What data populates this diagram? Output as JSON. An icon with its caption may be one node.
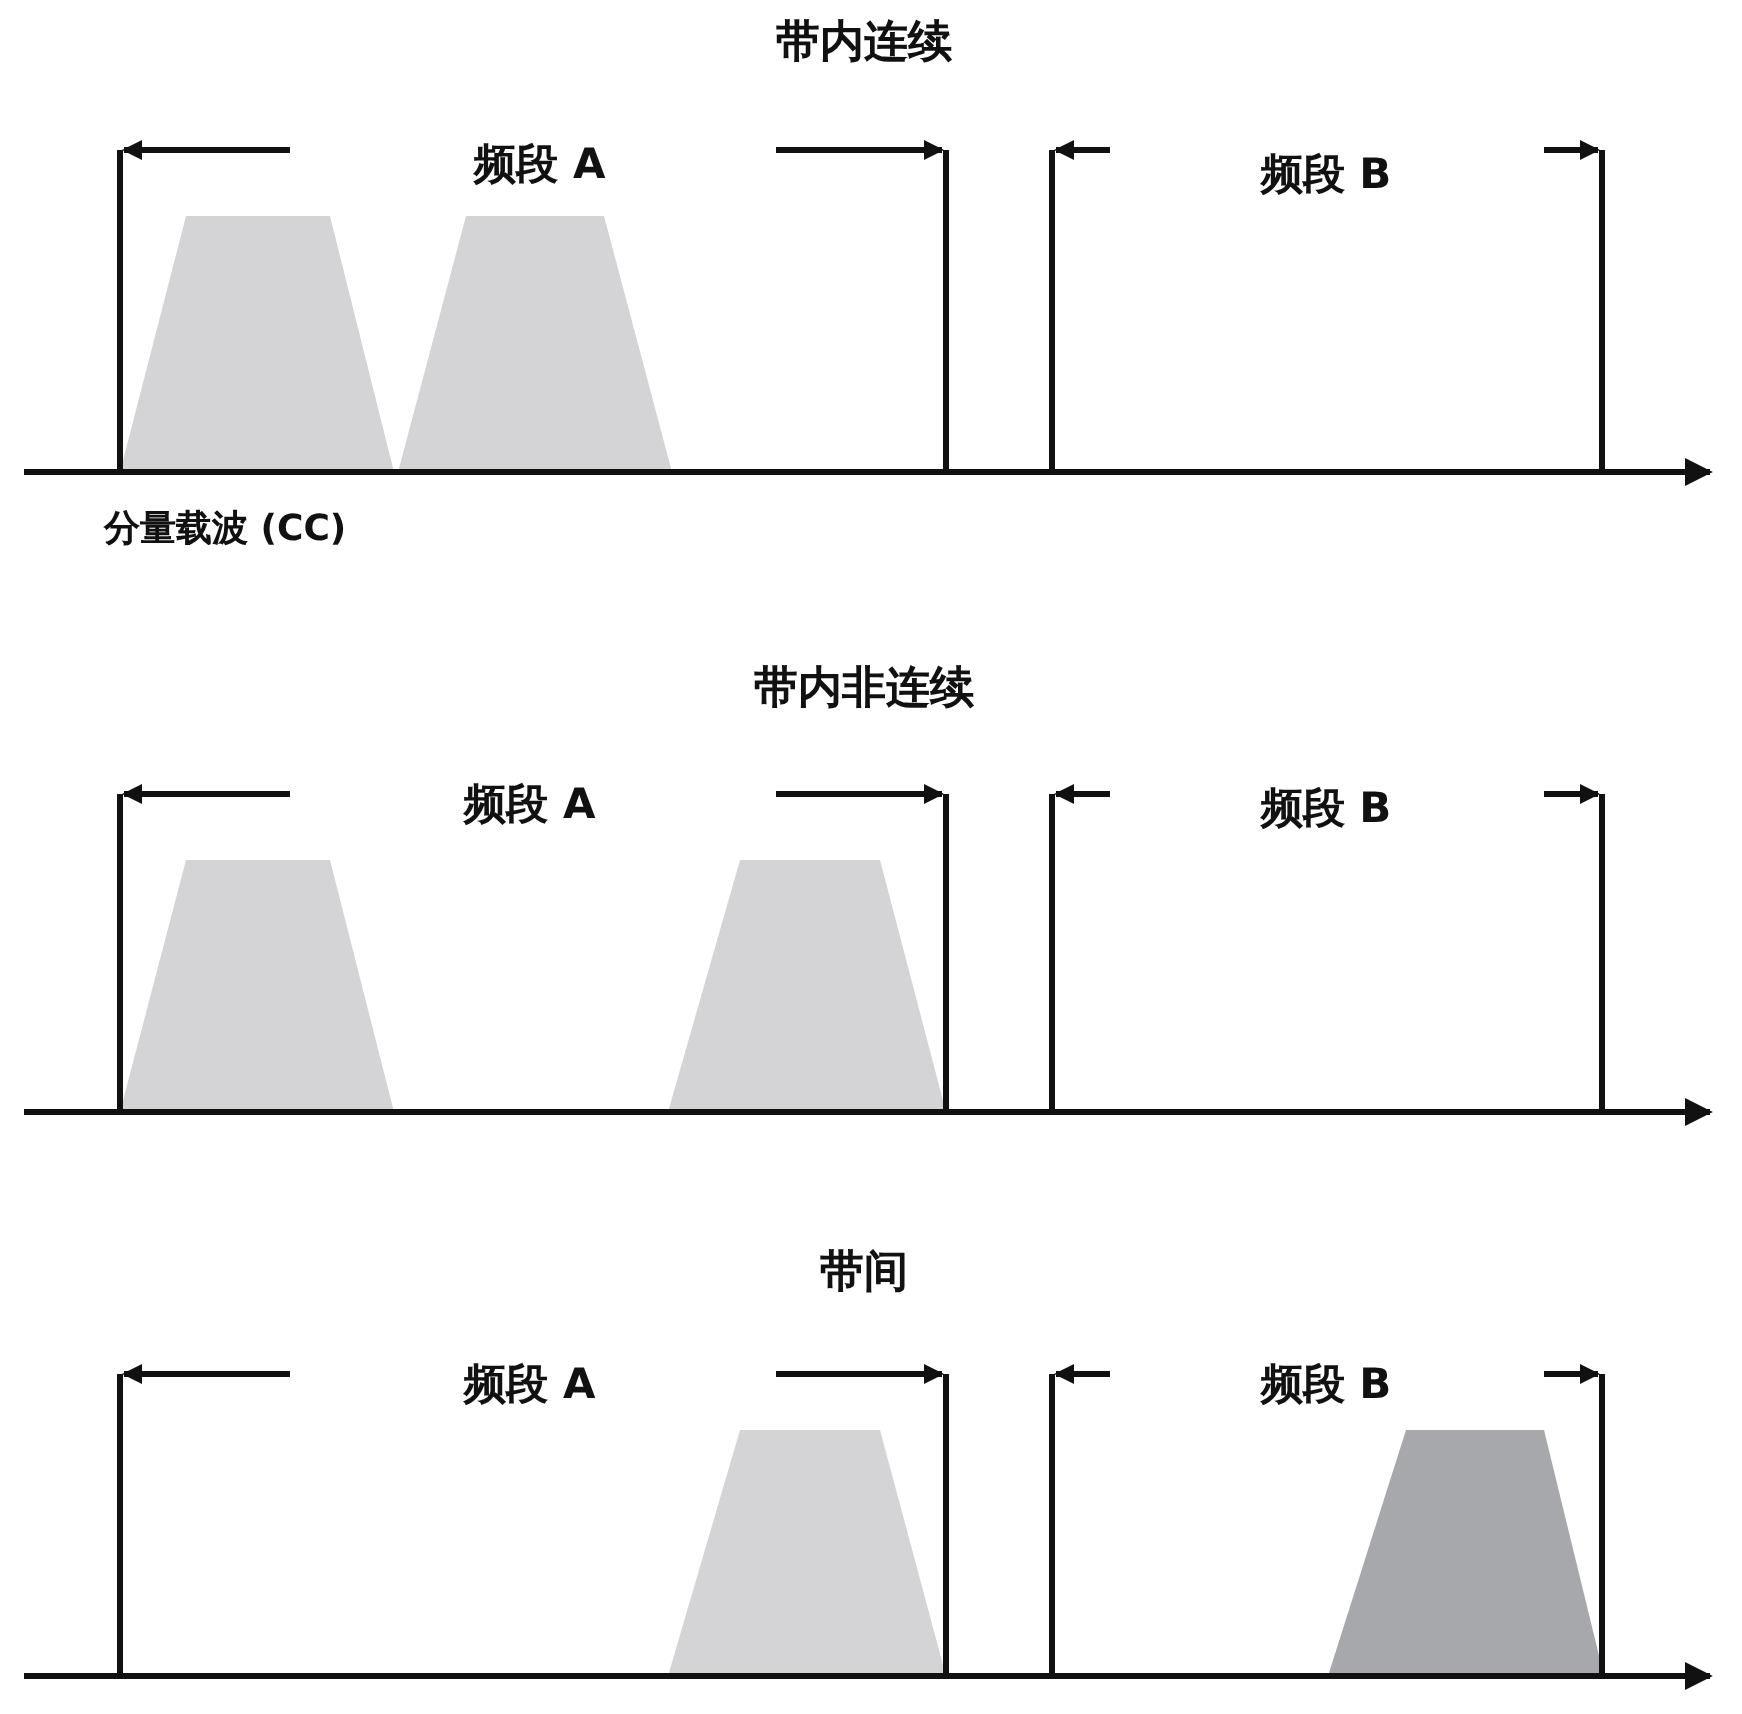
{
  "diagram": {
    "nodes": [
      {
        "text": [],
        "shape": "trapezoid"
      },
      {
        "text": [],
        "shape": "trapezoid"
      },
      {
        "text": [],
        "shape": "trapezoid"
      },
      {
        "text": [],
        "shape": "trapezoid"
      },
      {
        "text": [],
        "shape": "trapezoid"
      },
      {
        "text": [],
        "shape": "trapezoid"
      }
    ],
    "labels": [
      "带内连续",
      "频段 A",
      "频段 B",
      "分量载波 (CC)",
      "带内非连续",
      "频段 A",
      "频段 B",
      "带间",
      "频段 A",
      "频段 B"
    ]
  }
}
